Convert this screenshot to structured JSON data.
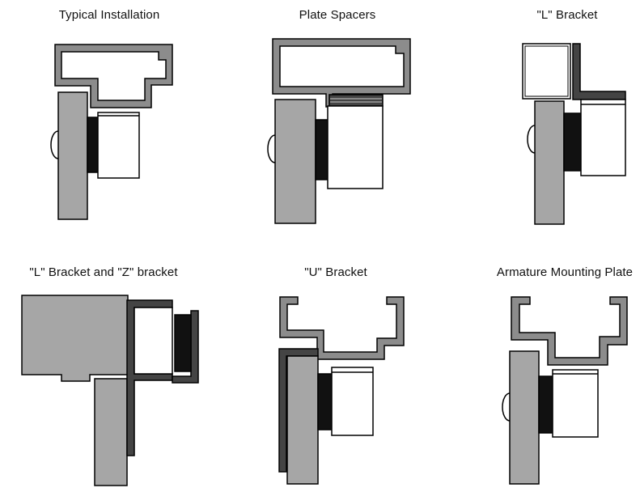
{
  "panels": [
    {
      "id": "typical",
      "title": "Typical Installation"
    },
    {
      "id": "spacers",
      "title": "Plate Spacers"
    },
    {
      "id": "l-bracket",
      "title": "\"L\" Bracket"
    },
    {
      "id": "lz-bracket",
      "title": "\"L\" Bracket and \"Z\" bracket"
    },
    {
      "id": "u-bracket",
      "title": "\"U\" Bracket"
    },
    {
      "id": "armature",
      "title": "Armature Mounting Plate"
    }
  ],
  "colors": {
    "door_gray": "#a6a6a6",
    "channel_gray": "#8c8c8c",
    "dark_gray": "#444444",
    "black": "#111111",
    "white": "#ffffff"
  }
}
